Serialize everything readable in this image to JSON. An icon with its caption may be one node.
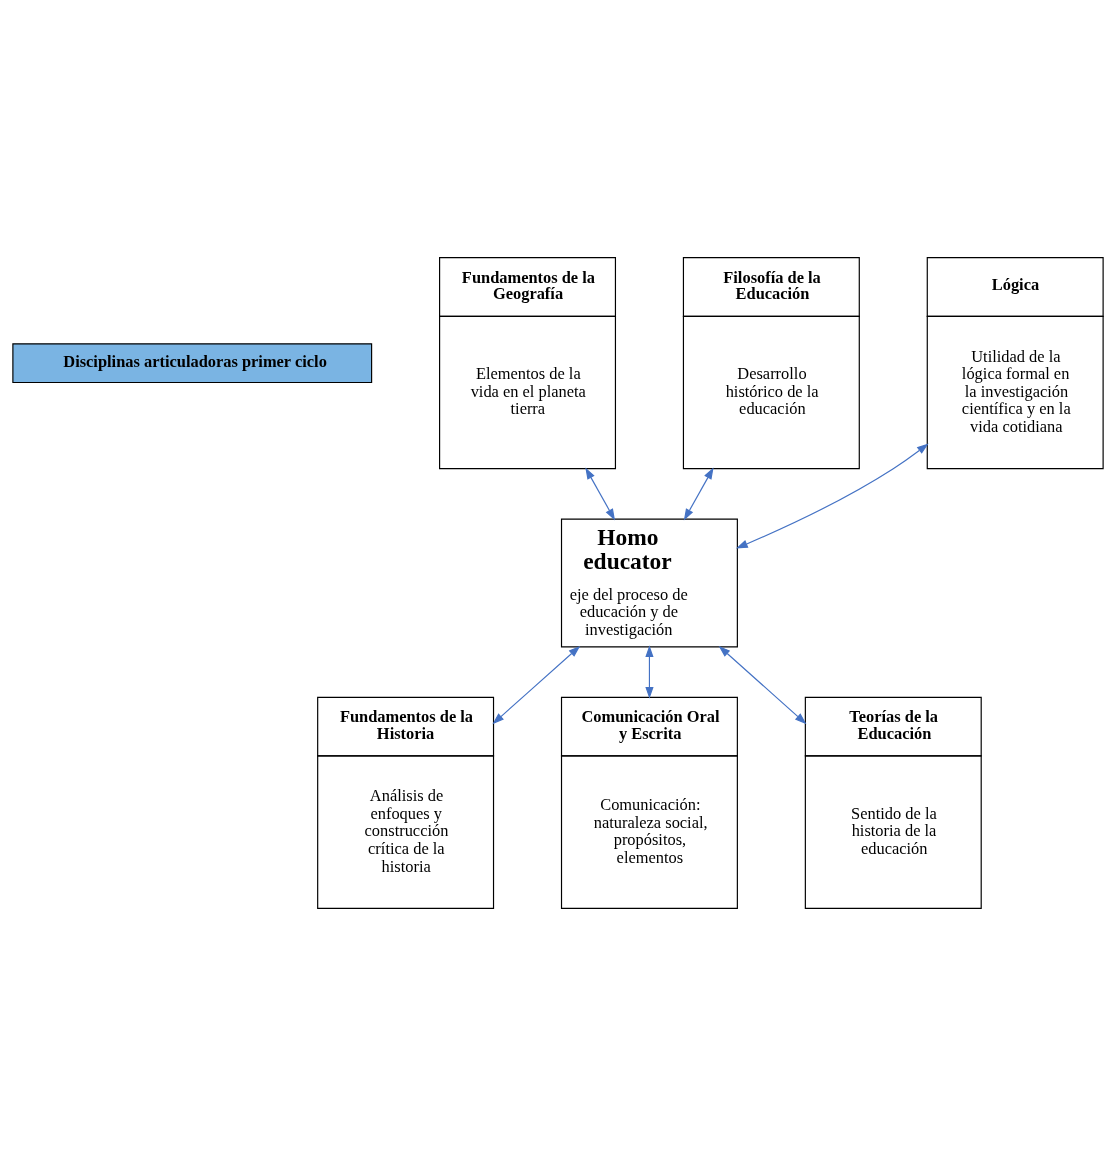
{
  "diagram": {
    "nodes": [
      {
        "text": [
          "Disciplinas articuladoras primer ciclo"
        ]
      },
      {
        "text": [
          "Fundamentos de la Geografía",
          "Elementos de la vida en el planeta tierra"
        ]
      },
      {
        "text": [
          "Filosofía de la Educación",
          "Desarrollo histórico de la educación"
        ]
      },
      {
        "text": [
          "Lógica",
          "Utilidad de la lógica formal en la investigación científica y en la vida cotidiana"
        ]
      },
      {
        "text": [
          "Homo educator",
          "eje del proceso de educación y de investigación"
        ]
      },
      {
        "text": [
          "Fundamentos de la Historia",
          "Análisis de enfoques y construcción crítica de la historia"
        ]
      },
      {
        "text": [
          "Comunicación Oral y Escrita",
          "Comunicación: naturaleza social, propósitos, elementos"
        ]
      },
      {
        "text": [
          "Teorías de la Educación",
          "Sentido de la historia de la educación"
        ]
      }
    ],
    "edges": [
      {
        "from": 1,
        "to": 4,
        "arrow": "both"
      },
      {
        "from": 2,
        "to": 4,
        "arrow": "both"
      },
      {
        "from": 3,
        "to": 4,
        "arrow": "both"
      },
      {
        "from": 4,
        "to": 5,
        "arrow": "both"
      },
      {
        "from": 4,
        "to": 6,
        "arrow": "both"
      },
      {
        "from": 4,
        "to": 7,
        "arrow": "both"
      }
    ]
  }
}
